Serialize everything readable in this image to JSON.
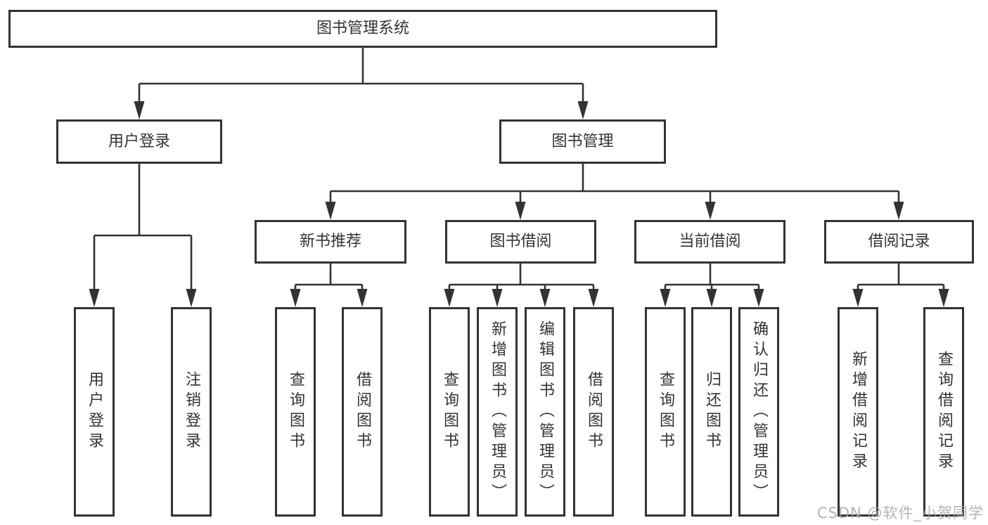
{
  "tree": {
    "label": "图书管理系统",
    "children": [
      {
        "label": "用户登录",
        "children": [
          {
            "label": "用户登录"
          },
          {
            "label": "注销登录"
          }
        ]
      },
      {
        "label": "图书管理",
        "children": [
          {
            "label": "新书推荐",
            "children": [
              {
                "label": "查询图书"
              },
              {
                "label": "借阅图书"
              }
            ]
          },
          {
            "label": "图书借阅",
            "children": [
              {
                "label": "查询图书"
              },
              {
                "label": "新增图书（管理员）"
              },
              {
                "label": "编辑图书（管理员）"
              },
              {
                "label": "借阅图书"
              }
            ]
          },
          {
            "label": "当前借阅",
            "children": [
              {
                "label": "查询图书"
              },
              {
                "label": "归还图书"
              },
              {
                "label": "确认归还（管理员）"
              }
            ]
          },
          {
            "label": "借阅记录",
            "children": [
              {
                "label": "新增借阅记录"
              },
              {
                "label": "查询借阅记录"
              }
            ]
          }
        ]
      }
    ]
  },
  "watermark": {
    "text": "CSDN @软件_小贺同学"
  },
  "colors": {
    "line": "#333333",
    "text": "#333333",
    "watermark": "#a6a6a6",
    "background": "#ffffff"
  }
}
